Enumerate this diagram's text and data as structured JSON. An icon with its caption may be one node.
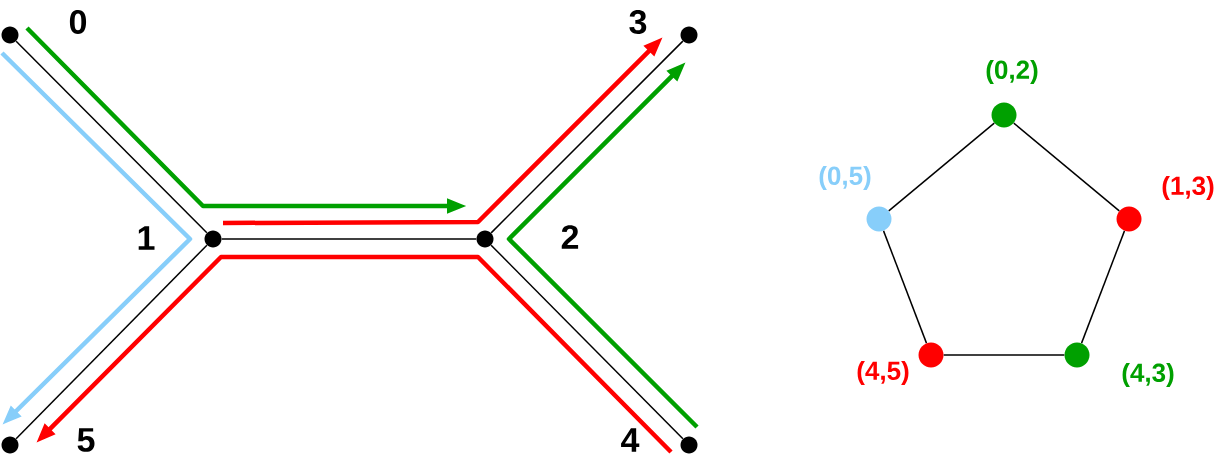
{
  "diagram": {
    "nodes": [
      {
        "text": [],
        "shape": "circle",
        "beside": [
          "0"
        ]
      },
      {
        "text": [],
        "shape": "circle",
        "beside": [
          "1"
        ]
      },
      {
        "text": [],
        "shape": "circle",
        "beside": [
          "2"
        ]
      },
      {
        "text": [],
        "shape": "circle",
        "beside": [
          "3"
        ]
      },
      {
        "text": [],
        "shape": "circle",
        "beside": [
          "4"
        ]
      },
      {
        "text": [],
        "shape": "circle",
        "beside": [
          "5"
        ]
      },
      {
        "text": [],
        "shape": "circle",
        "beside": [
          "(0,2)"
        ]
      },
      {
        "text": [],
        "shape": "circle",
        "beside": [
          "(0,5)"
        ]
      },
      {
        "text": [],
        "shape": "circle",
        "beside": [
          "(1,3)"
        ]
      },
      {
        "text": [],
        "shape": "circle",
        "beside": [
          "(4,5)"
        ]
      },
      {
        "text": [],
        "shape": "circle",
        "beside": [
          "(4,3)"
        ]
      }
    ],
    "edges": [
      {
        "from": 0,
        "to": 1,
        "arrow": "none"
      },
      {
        "from": 1,
        "to": 2,
        "arrow": "none"
      },
      {
        "from": 2,
        "to": 3,
        "arrow": "none"
      },
      {
        "from": 1,
        "to": 5,
        "arrow": "none"
      },
      {
        "from": 2,
        "to": 4,
        "arrow": "none"
      },
      {
        "from": 0,
        "to": 2,
        "arrow": "to",
        "style": "thick",
        "color": "#00a000"
      },
      {
        "from": 1,
        "to": 3,
        "arrow": "to",
        "style": "thick",
        "color": "#ff0000"
      },
      {
        "from": 4,
        "to": 3,
        "arrow": "to",
        "style": "thick",
        "color": "#00a000"
      },
      {
        "from": 4,
        "to": 5,
        "arrow": "to",
        "style": "thick",
        "color": "#ff0000"
      },
      {
        "from": 0,
        "to": 5,
        "arrow": "to",
        "style": "thick",
        "color": "#87cefa"
      },
      {
        "from": 6,
        "to": 8,
        "arrow": "none"
      },
      {
        "from": 8,
        "to": 10,
        "arrow": "none"
      },
      {
        "from": 10,
        "to": 9,
        "arrow": "none"
      },
      {
        "from": 9,
        "to": 7,
        "arrow": "none"
      },
      {
        "from": 7,
        "to": 6,
        "arrow": "none"
      }
    ]
  }
}
